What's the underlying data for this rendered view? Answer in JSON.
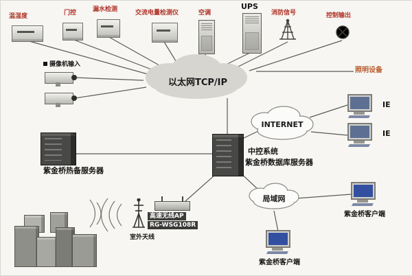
{
  "diagram": {
    "top_devices": [
      {
        "label": "温湿度"
      },
      {
        "label": "门控"
      },
      {
        "label": "漏水检测"
      },
      {
        "label": "交流电量检测仪"
      },
      {
        "label": "空调"
      },
      {
        "label": "UPS"
      },
      {
        "label": "消防信号"
      },
      {
        "label": "控制输出"
      }
    ],
    "camera_input": {
      "label": "摄像机输入"
    },
    "lighting": {
      "label": "照明设备"
    },
    "clouds": {
      "ethernet": "以太网TCP/IP",
      "internet": "INTERNET",
      "lan": "局域网"
    },
    "servers": {
      "hot_backup": "紫金桥热备服务器",
      "central_line1": "中控系统",
      "central_line2": "紫金桥数据库服务器"
    },
    "ie": {
      "label1": "IE",
      "label2": "IE"
    },
    "clients": {
      "right": "紫金桥客户端",
      "bottom": "紫金桥客户端"
    },
    "wireless": {
      "antenna": "室外天线",
      "ap_line1": "高速无线AP",
      "ap_line2": "RG-WSG108R"
    },
    "colors": {
      "label_red": "#b03428",
      "lighting_label": "#b85b2e",
      "line": "#5a5a55",
      "client_screen": "#3350a0"
    }
  }
}
